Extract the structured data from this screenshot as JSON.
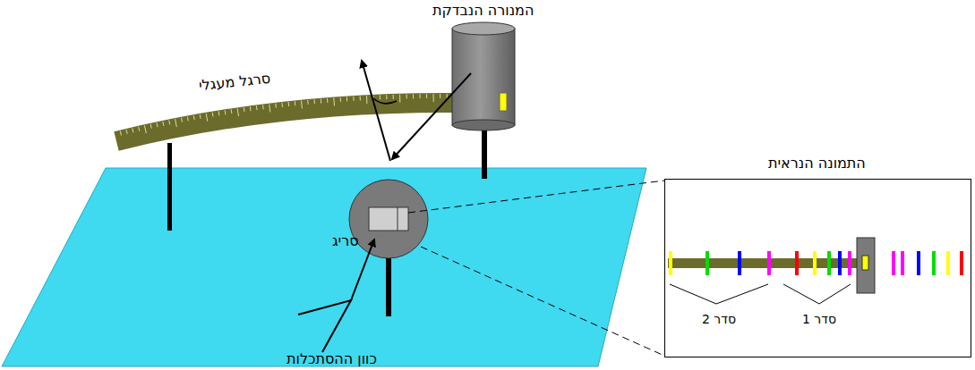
{
  "diagram": {
    "nodes": [
      {
        "text": [
          "התמונה הנראית",
          "סדר 2",
          "סדר 1"
        ]
      }
    ],
    "labels": [
      "המנורה הנבדקת",
      "סרגל מעגלי",
      "סריג",
      "כוון ההסתכלות"
    ]
  }
}
